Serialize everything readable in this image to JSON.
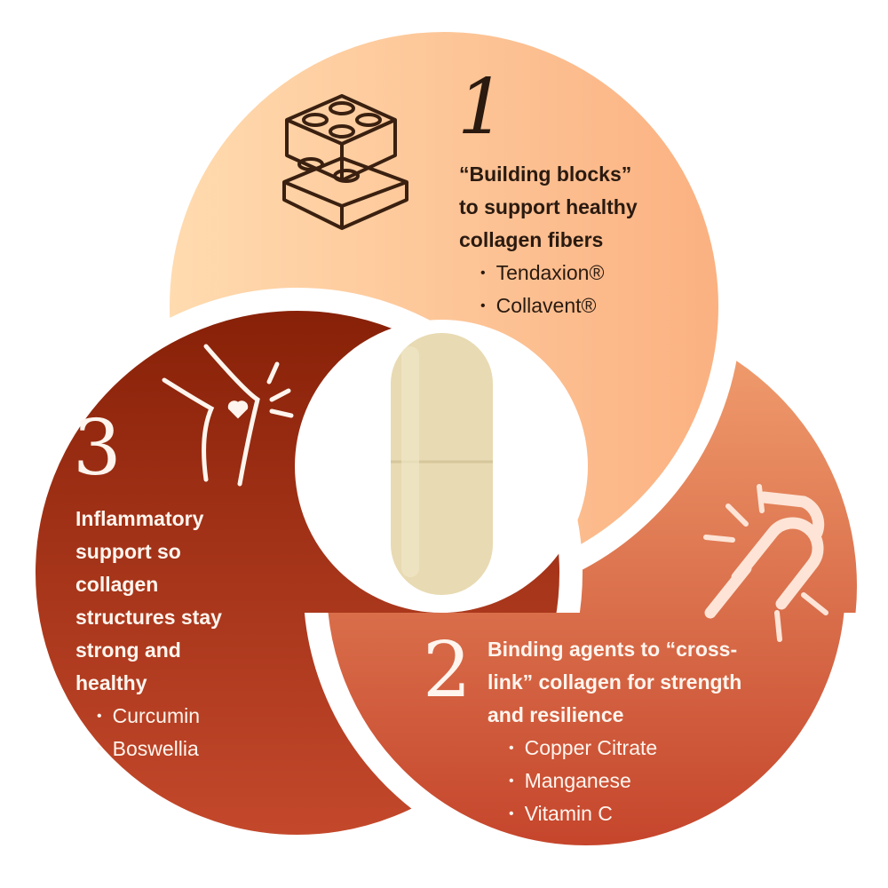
{
  "step1": {
    "number": "1",
    "title_lines": [
      "“Building blocks”",
      "to support healthy",
      "collagen fibers"
    ],
    "items": [
      "Tendaxion®",
      "Collavent®"
    ],
    "icon": "building-blocks-icon",
    "color": "#fcc398"
  },
  "step2": {
    "number": "2",
    "title_lines": [
      "Binding agents to “cross-",
      "link” collagen for strength",
      "and resilience"
    ],
    "items": [
      "Copper Citrate",
      "Manganese",
      "Vitamin C"
    ],
    "icon": "broken-chain-icon",
    "color": "#de6d44"
  },
  "step3": {
    "number": "3",
    "title_lines": [
      "Inflammatory",
      "support so",
      "collagen",
      "structures stay",
      "strong and",
      "healthy"
    ],
    "items": [
      "Curcumin",
      "Boswellia"
    ],
    "icon": "knee-heart-icon",
    "color": "#a4301a"
  }
}
